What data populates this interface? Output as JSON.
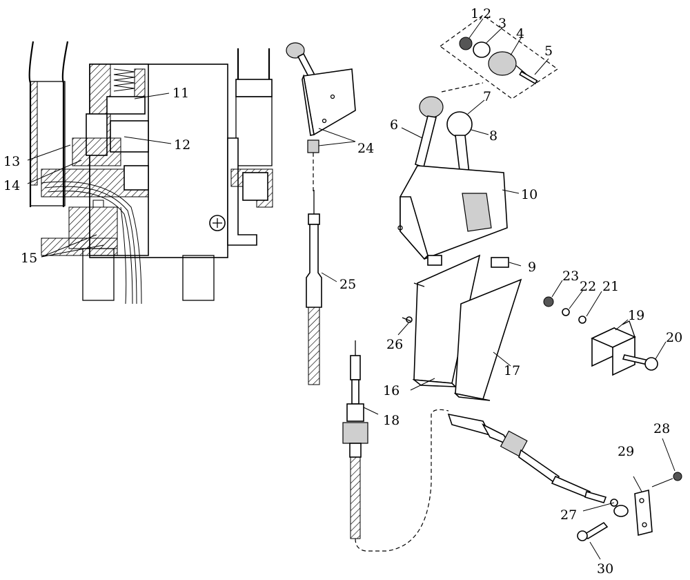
{
  "callouts": {
    "c1_2": "1,2",
    "c3": "3",
    "c4": "4",
    "c5": "5",
    "c6": "6",
    "c7": "7",
    "c8": "8",
    "c9": "9",
    "c10": "10",
    "c11": "11",
    "c12": "12",
    "c13": "13",
    "c14": "14",
    "c15": "15",
    "c16": "16",
    "c17": "17",
    "c18": "18",
    "c19": "19",
    "c20": "20",
    "c21": "21",
    "c22": "22",
    "c23": "23",
    "c24": "24",
    "c25": "25",
    "c26": "26",
    "c27": "27",
    "c28": "28",
    "c29": "29",
    "c30": "30"
  }
}
